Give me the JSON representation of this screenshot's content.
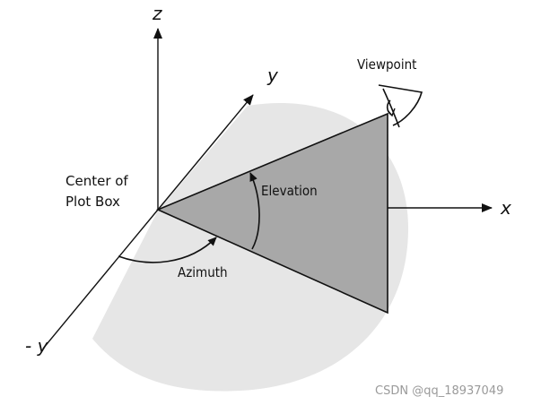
{
  "labels": {
    "z_axis": "z",
    "y_axis": "y",
    "x_axis": "x",
    "neg_y_axis": "- y",
    "viewpoint": "Viewpoint",
    "center_line1": "Center of",
    "center_line2": "Plot Box",
    "elevation": "Elevation",
    "azimuth": "Azimuth"
  },
  "watermark": "CSDN @qq_18937049",
  "colors": {
    "sphere_fill": "#e6e6e6",
    "triangle_fill": "#a8a8a8",
    "line": "#111111"
  },
  "icons": {
    "viewpoint": "eye-icon"
  }
}
